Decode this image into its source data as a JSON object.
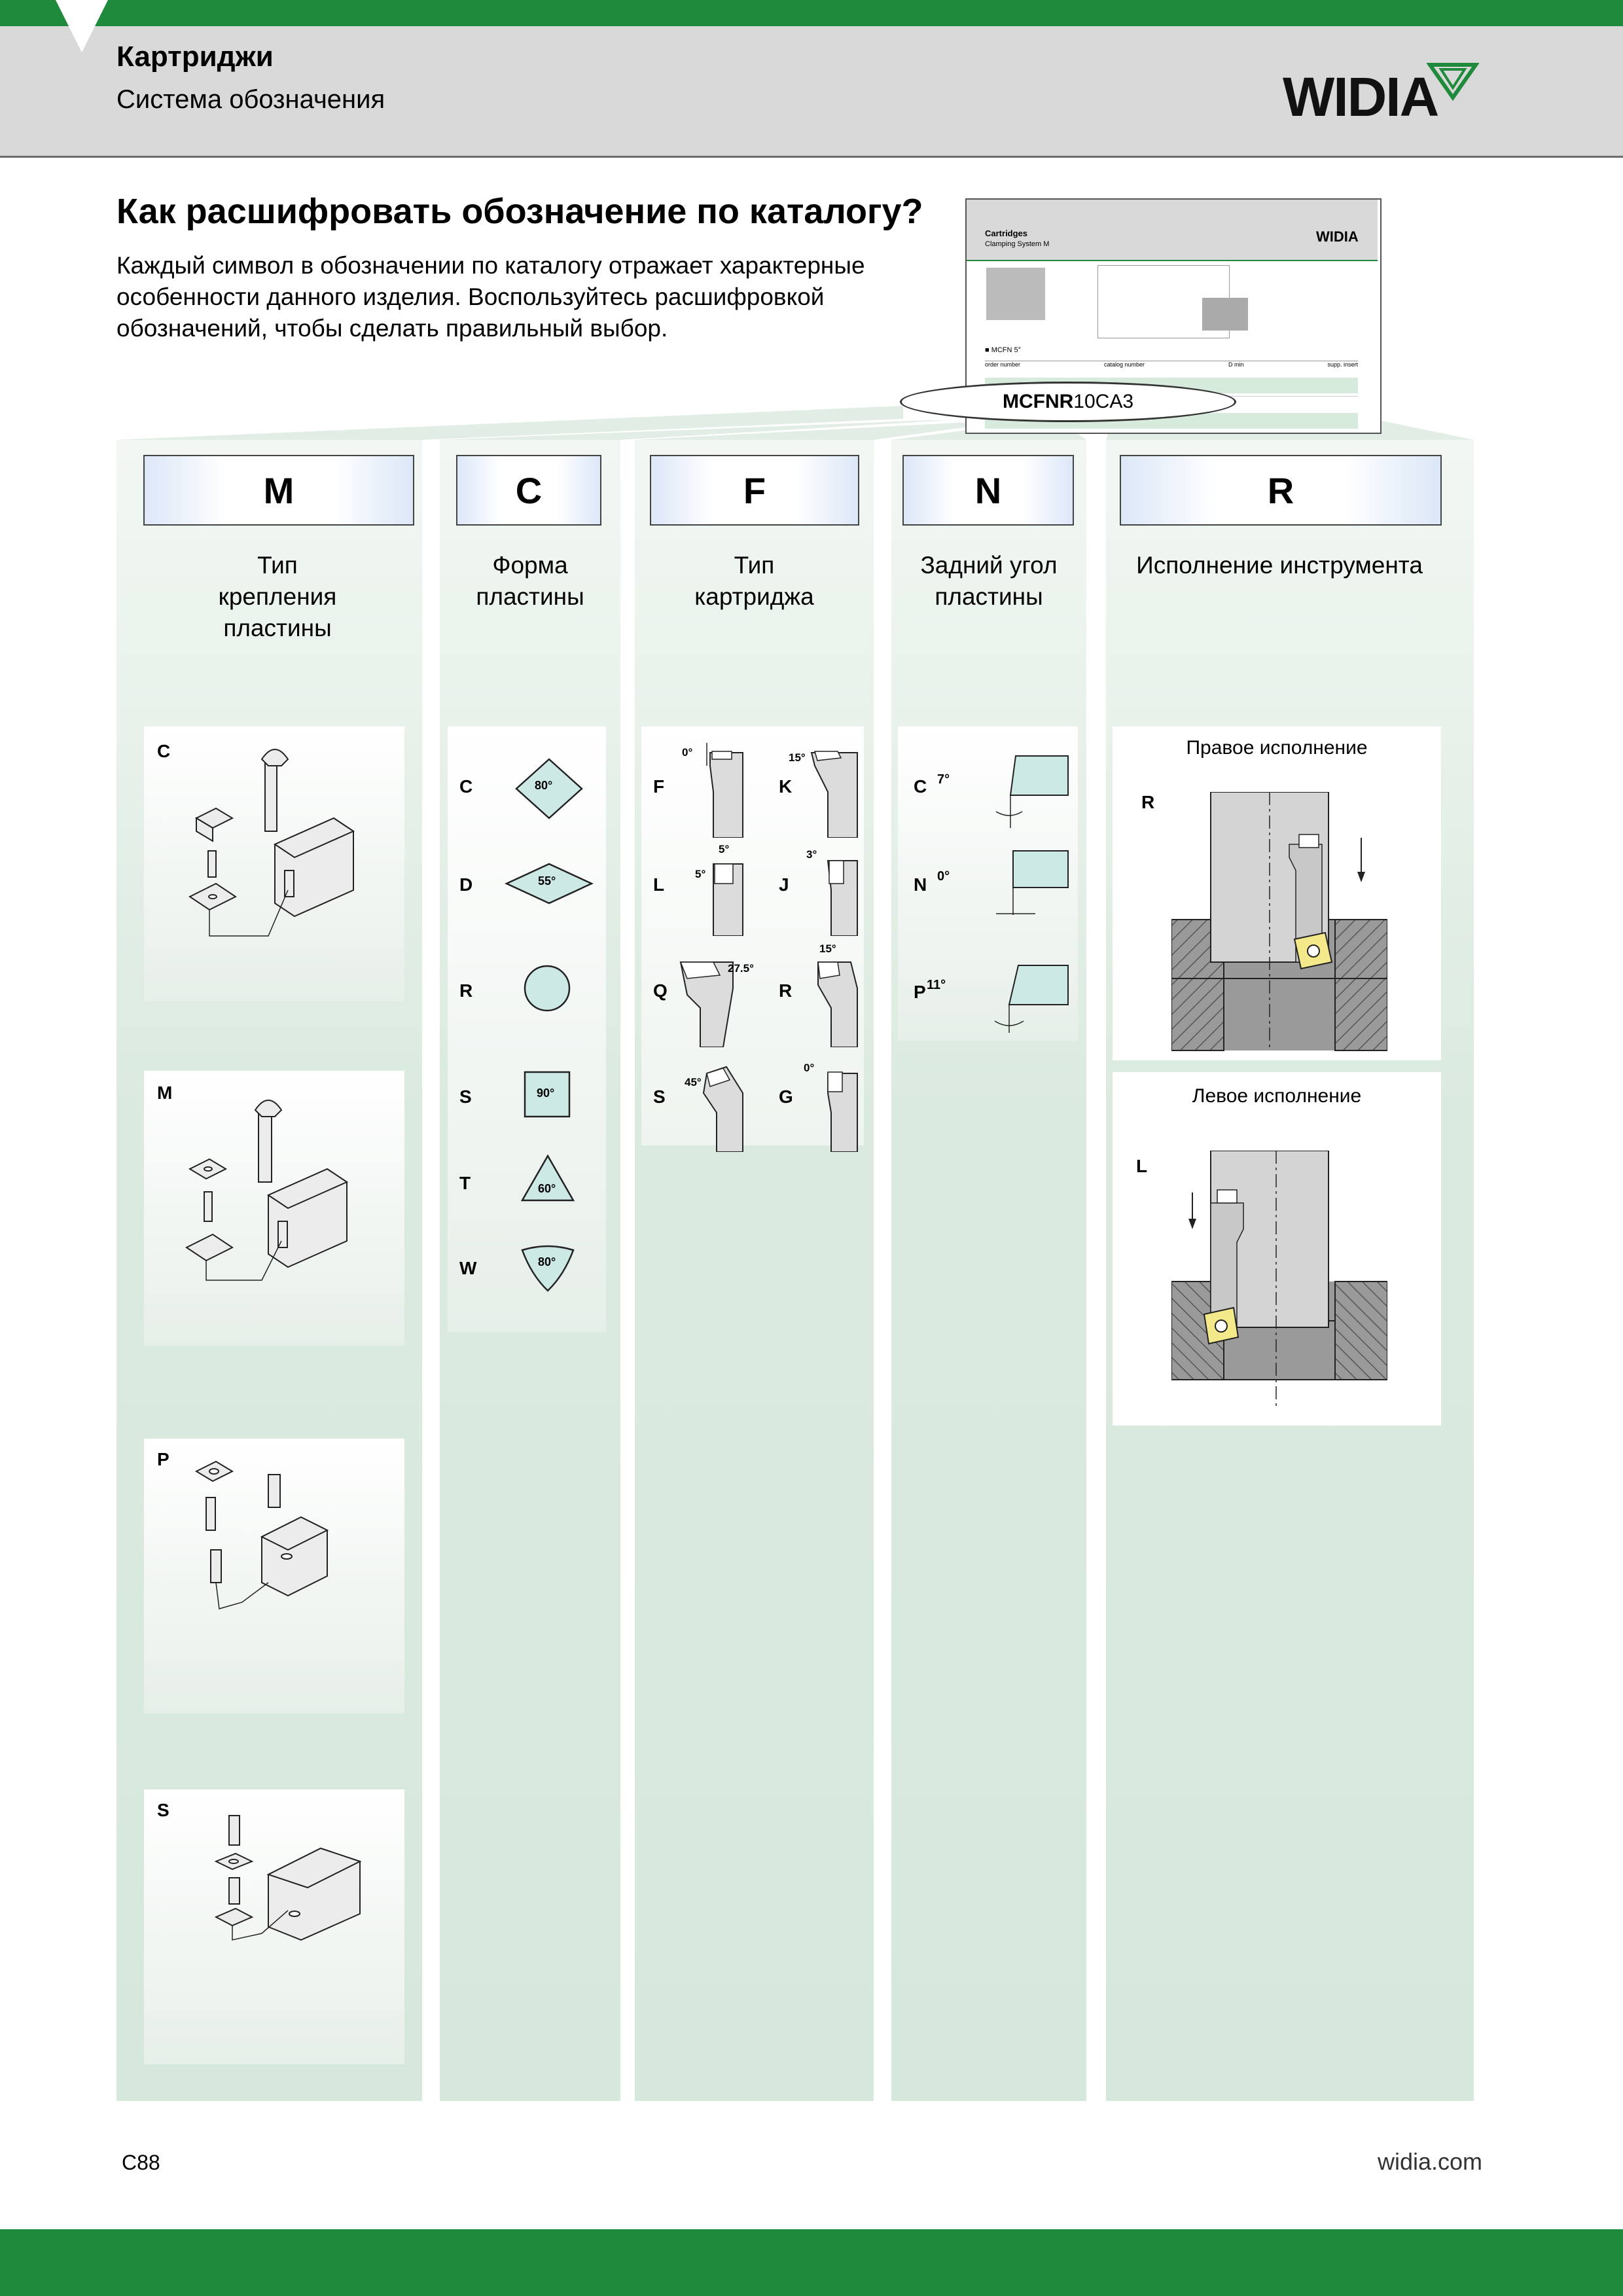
{
  "header": {
    "title": "Картриджи",
    "subtitle": "Система обозначения",
    "logo": "WIDIA"
  },
  "intro": {
    "title": "Как расшифровать обозначение по каталогу?",
    "body": "Каждый символ в обозначении по каталогу отражает характерные особенности данного изделия. Воспользуйтесь расшифровкой обозначений, чтобы сделать правильный выбор."
  },
  "thumbnail": {
    "title": "Cartridges",
    "subtitle": "Clamping System M",
    "logo": "WIDIA",
    "section": "■ MCFN 5°",
    "col1": "order number",
    "col2": "catalog number",
    "col3": "D min",
    "col4": "supp. insert"
  },
  "designation": {
    "bold": "MCFNR",
    "rest": "10CA3"
  },
  "columns": [
    {
      "code": "M",
      "label1": "Тип",
      "label2": "крепления",
      "label3": "пластины"
    },
    {
      "code": "C",
      "label1": "Форма",
      "label2": "пластины"
    },
    {
      "code": "F",
      "label1": "Тип",
      "label2": "картриджа"
    },
    {
      "code": "N",
      "label1": "Задний угол",
      "label2": "пластины"
    },
    {
      "code": "R",
      "label1": "Исполнение инструмента"
    }
  ],
  "clamping": {
    "c": "C",
    "m": "M",
    "p": "P",
    "s": "S"
  },
  "shapes": {
    "c": "C",
    "c_angle": "80°",
    "d": "D",
    "d_angle": "55°",
    "r": "R",
    "s": "S",
    "s_angle": "90°",
    "t": "T",
    "t_angle": "60°",
    "w": "W",
    "w_angle": "80°"
  },
  "cartridge": {
    "f": "F",
    "f_angle": "0°",
    "k": "K",
    "k_angle": "15°",
    "l": "L",
    "l_angle1": "5°",
    "l_angle2": "5°",
    "j": "J",
    "j_angle": "3°",
    "q": "Q",
    "q_angle": "27.5°",
    "r": "R",
    "r_angle": "15°",
    "s": "S",
    "s_angle": "45°",
    "g": "G",
    "g_angle": "0°"
  },
  "clearance": {
    "c": "C",
    "c_angle": "7°",
    "n": "N",
    "n_angle": "0°",
    "p": "P",
    "p_angle": "11°"
  },
  "hand": {
    "right_title": "Правое исполнение",
    "right_code": "R",
    "left_title": "Левое исполнение",
    "left_code": "L"
  },
  "footer": {
    "page": "C88",
    "site": "widia.com"
  },
  "colors": {
    "brand_green": "#1f8a3c",
    "header_gray": "#d9d9d9",
    "column_green": "#d6e8dc",
    "insert_fill": "#cde9e6",
    "insert_yellow": "#f3e98a"
  }
}
